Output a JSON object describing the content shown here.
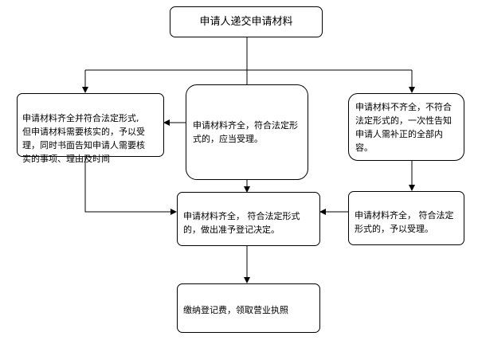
{
  "nodes": {
    "start": "申请人递交申请材料",
    "left": "申请材料齐全并符合法定形式,\n但申请材料需要核实的，予以受\n理，同时书面告知申请人需要核\n实的事项、理由及时间",
    "middle": "申请材料齐全，符合法定形\n式的，应当受理。",
    "right": "申请材料不齐全，不符合\n法定形式的，一次性告知\n申请人需补正的全部内\n容。",
    "decision_mid": "申请材料齐全，  符合法定形式\n的，做出准予登记决定。",
    "decision_right": "申请材料齐全，  符合法定\n形式的，予以受理。",
    "final": "缴纳登记费，领取营业执照"
  }
}
